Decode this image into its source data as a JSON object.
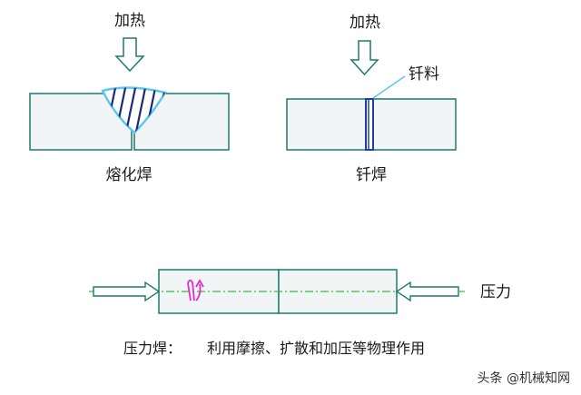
{
  "diagram": {
    "fusion": {
      "heat_label": "加热",
      "caption": "熔化焊"
    },
    "brazing": {
      "heat_label": "加热",
      "filler_label": "钎料",
      "caption": "钎焊"
    },
    "pressure": {
      "force_label": "压力",
      "caption_title": "压力焊：",
      "caption_desc": "利用摩擦、扩散和加压等物理作用"
    },
    "watermark": "头条 @机械知网"
  },
  "colors": {
    "outline": "#1f7a6e",
    "plate_fill": "#f1f5f6",
    "arrow": "#1f7a6e",
    "weld_edge": "#5bc7ee",
    "hatch": "#1a2a7a",
    "brazing_filler": "#1a3fa8",
    "center_line": "#3dbb3d",
    "rotation": "#e22bd6"
  }
}
